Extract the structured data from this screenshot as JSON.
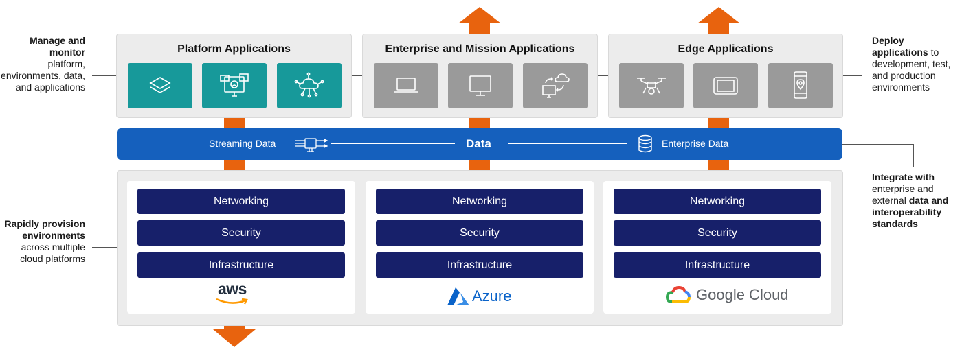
{
  "colors": {
    "orange": "#e8630e",
    "teal": "#17999a",
    "tile_gray": "#9a9a9a",
    "band_blue": "#1560bd",
    "layer_navy": "#17206a",
    "panel_gray": "#ececec"
  },
  "left_labels": {
    "manage": {
      "bold": "Manage and monitor",
      "rest": "platform, environments, data, and applications"
    },
    "provision": {
      "bold": "Rapidly provision environments",
      "rest": "across multiple cloud platforms"
    }
  },
  "right_labels": {
    "deploy": {
      "bold": "Deploy applications",
      "rest1": " to development, test, and production environments"
    },
    "integrate": {
      "bold1": "Integrate with",
      "mid": " enterprise and external ",
      "bold2": "data and interoperability standards"
    }
  },
  "panels": {
    "platform": {
      "title": "Platform Applications",
      "icons": [
        "layers-icon",
        "dashboard-icon",
        "cloud-network-icon"
      ]
    },
    "enterprise": {
      "title": "Enterprise and Mission Applications",
      "icons": [
        "laptop-icon",
        "monitor-icon",
        "cloud-sync-icon"
      ]
    },
    "edge": {
      "title": "Edge Applications",
      "icons": [
        "drone-icon",
        "tablet-icon",
        "phone-location-icon"
      ]
    }
  },
  "data_band": {
    "streaming": "Streaming Data",
    "center": "Data",
    "enterprise": "Enterprise Data"
  },
  "clouds": [
    {
      "layers": [
        "Networking",
        "Security",
        "Infrastructure"
      ],
      "logo": "aws"
    },
    {
      "layers": [
        "Networking",
        "Security",
        "Infrastructure"
      ],
      "logo": "Azure"
    },
    {
      "layers": [
        "Networking",
        "Security",
        "Infrastructure"
      ],
      "logo": "Google Cloud"
    }
  ]
}
